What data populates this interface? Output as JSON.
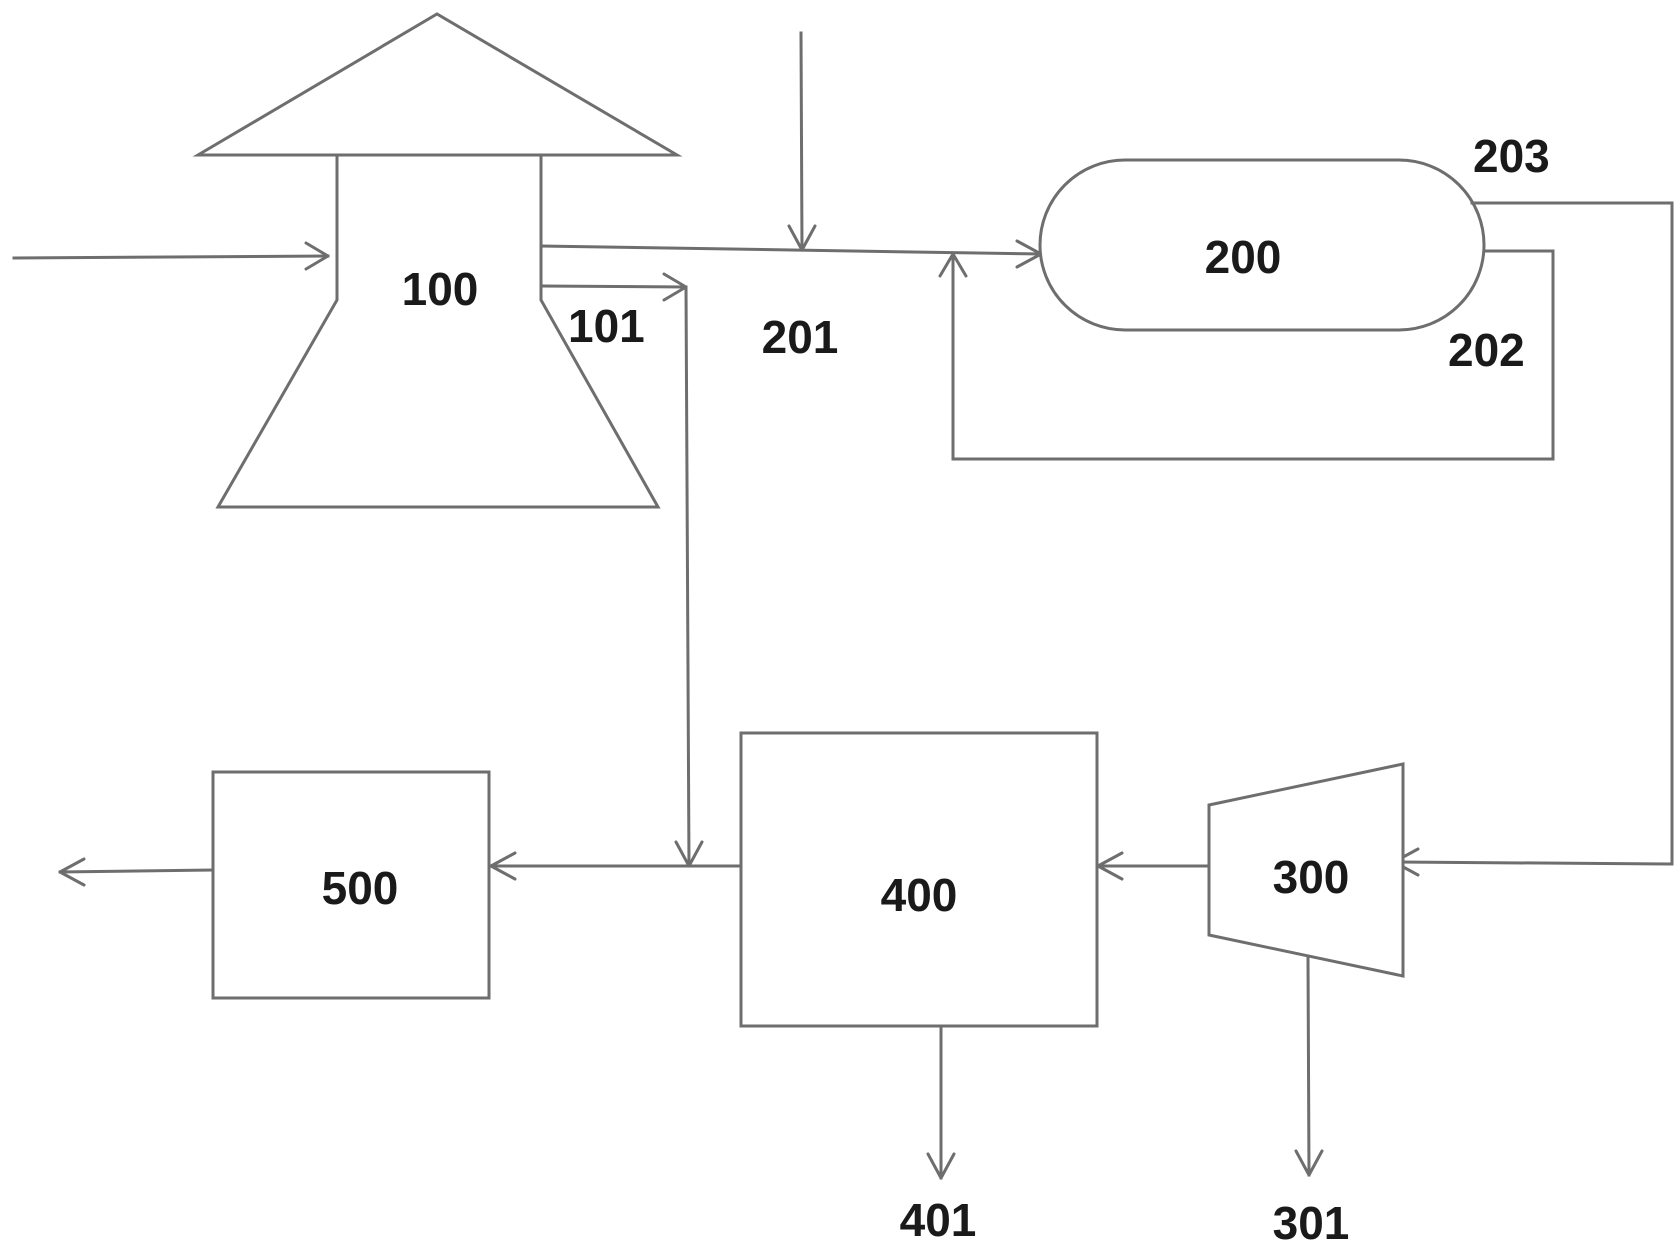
{
  "units": {
    "u100": "100",
    "u200": "200",
    "u300": "300",
    "u400": "400",
    "u500": "500"
  },
  "streams": {
    "s101": "101",
    "s201": "201",
    "s202": "202",
    "s203": "203",
    "s301": "301",
    "s401": "401"
  },
  "colors": {
    "line": "#6e6e6e",
    "text": "#1a1a1a",
    "background": "#ffffff"
  }
}
